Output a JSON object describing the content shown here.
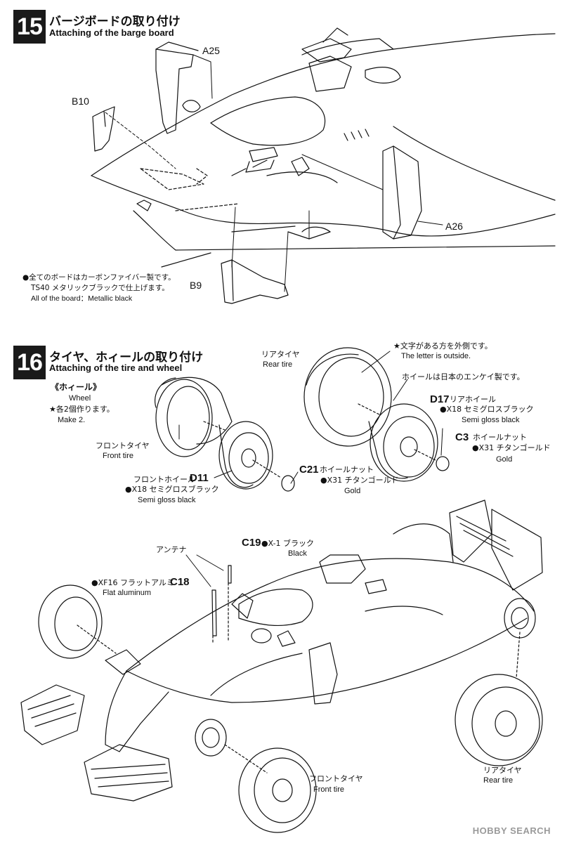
{
  "step15": {
    "number": "15",
    "title_jp": "バージボードの取り付け",
    "title_en": "Attaching of the barge board",
    "parts": [
      "A25",
      "B10",
      "A26",
      "B9"
    ],
    "note_jp_1": "●全てのボードはカーボンファイバー製です。",
    "note_jp_2": "TS40 メタリックブラックで仕上げます。",
    "note_en": "All of the board：Metallic black"
  },
  "step16": {
    "number": "16",
    "title_jp": "タイヤ、ホィールの取り付け",
    "title_en": "Attaching of the tire and wheel",
    "wheel_head_jp": "《ホィール》",
    "wheel_head_en": "Wheel",
    "make2_jp": "★各2個作ります。",
    "make2_en": "Make 2.",
    "rear_tire_jp": "リアタイヤ",
    "rear_tire_en": "Rear tire",
    "letter_jp": "★文字がある方を外側です。",
    "letter_en": "The letter is outside.",
    "enkei_jp": "ホイールは日本のエンケイ製です。",
    "d17_part": "D17",
    "d17_jp": "リアホイール",
    "d17_color_jp": "●X18 セミグロスブラック",
    "d17_color_en": "Semi gloss black",
    "c3_part": "C3",
    "c3_jp": "ホイールナット",
    "c3_color_jp": "●X31 チタンゴールド",
    "c3_color_en": "Gold",
    "front_tire_jp": "フロントタイヤ",
    "front_tire_en": "Front tire",
    "d11_jp": "フロントホイール",
    "d11_part": "D11",
    "d11_color_jp": "●X18 セミグロスブラック",
    "d11_color_en": "Semi gloss black",
    "c21_part": "C21",
    "c21_jp": "ホイールナット",
    "c21_color_jp": "●X31 チタンゴールド",
    "c21_color_en": "Gold",
    "antenna_jp": "アンテナ",
    "c19_part": "C19",
    "c19_color_jp": "●X-1 ブラック",
    "c19_color_en": "Black",
    "c18_part": "C18",
    "c18_color_jp": "●XF16 フラットアルミ",
    "c18_color_en": "Flat aluminum",
    "front_tire2_jp": "フロントタイヤ",
    "front_tire2_en": "Front tire",
    "rear_tire2_jp": "リアタイヤ",
    "rear_tire2_en": "Rear tire"
  },
  "watermark": "HOBBY SEARCH"
}
